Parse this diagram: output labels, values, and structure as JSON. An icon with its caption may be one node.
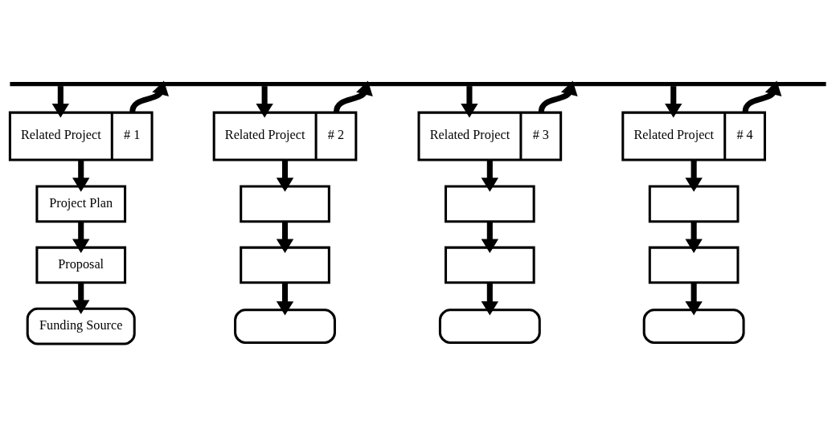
{
  "diagram": {
    "nodes": [
      {
        "text": [],
        "shape": "bar"
      },
      {
        "text": [
          "Related Project",
          "# 1"
        ]
      },
      {
        "text": [
          "Project Plan"
        ]
      },
      {
        "text": [
          "Proposal"
        ]
      },
      {
        "text": [
          "Funding Source"
        ]
      },
      {
        "text": [
          "Related Project",
          "# 2"
        ]
      },
      {
        "text": [],
        "shape": "box"
      },
      {
        "text": [],
        "shape": "box"
      },
      {
        "text": [],
        "shape": "oval"
      },
      {
        "text": [
          "Related Project",
          "# 3"
        ]
      },
      {
        "text": [],
        "shape": "box"
      },
      {
        "text": [],
        "shape": "box"
      },
      {
        "text": [],
        "shape": "oval"
      },
      {
        "text": [
          "Related Project",
          "# 4"
        ]
      },
      {
        "text": [],
        "shape": "box"
      },
      {
        "text": [],
        "shape": "box"
      },
      {
        "text": [],
        "shape": "oval"
      }
    ],
    "edges": [
      {
        "from": 0,
        "to": 1,
        "arrow": "to"
      },
      {
        "from": 1,
        "to": 0,
        "arrow": "to"
      },
      {
        "from": 1,
        "to": 2,
        "arrow": "to"
      },
      {
        "from": 2,
        "to": 3,
        "arrow": "to"
      },
      {
        "from": 3,
        "to": 4,
        "arrow": "to"
      },
      {
        "from": 0,
        "to": 5,
        "arrow": "to"
      },
      {
        "from": 5,
        "to": 0,
        "arrow": "to"
      },
      {
        "from": 5,
        "to": 6,
        "arrow": "to"
      },
      {
        "from": 6,
        "to": 7,
        "arrow": "to"
      },
      {
        "from": 7,
        "to": 8,
        "arrow": "to"
      },
      {
        "from": 0,
        "to": 9,
        "arrow": "to"
      },
      {
        "from": 9,
        "to": 0,
        "arrow": "to"
      },
      {
        "from": 9,
        "to": 10,
        "arrow": "to"
      },
      {
        "from": 10,
        "to": 11,
        "arrow": "to"
      },
      {
        "from": 11,
        "to": 12,
        "arrow": "to"
      },
      {
        "from": 0,
        "to": 13,
        "arrow": "to"
      },
      {
        "from": 13,
        "to": 0,
        "arrow": "to"
      },
      {
        "from": 13,
        "to": 14,
        "arrow": "to"
      },
      {
        "from": 14,
        "to": 15,
        "arrow": "to"
      },
      {
        "from": 15,
        "to": 16,
        "arrow": "to"
      }
    ]
  }
}
